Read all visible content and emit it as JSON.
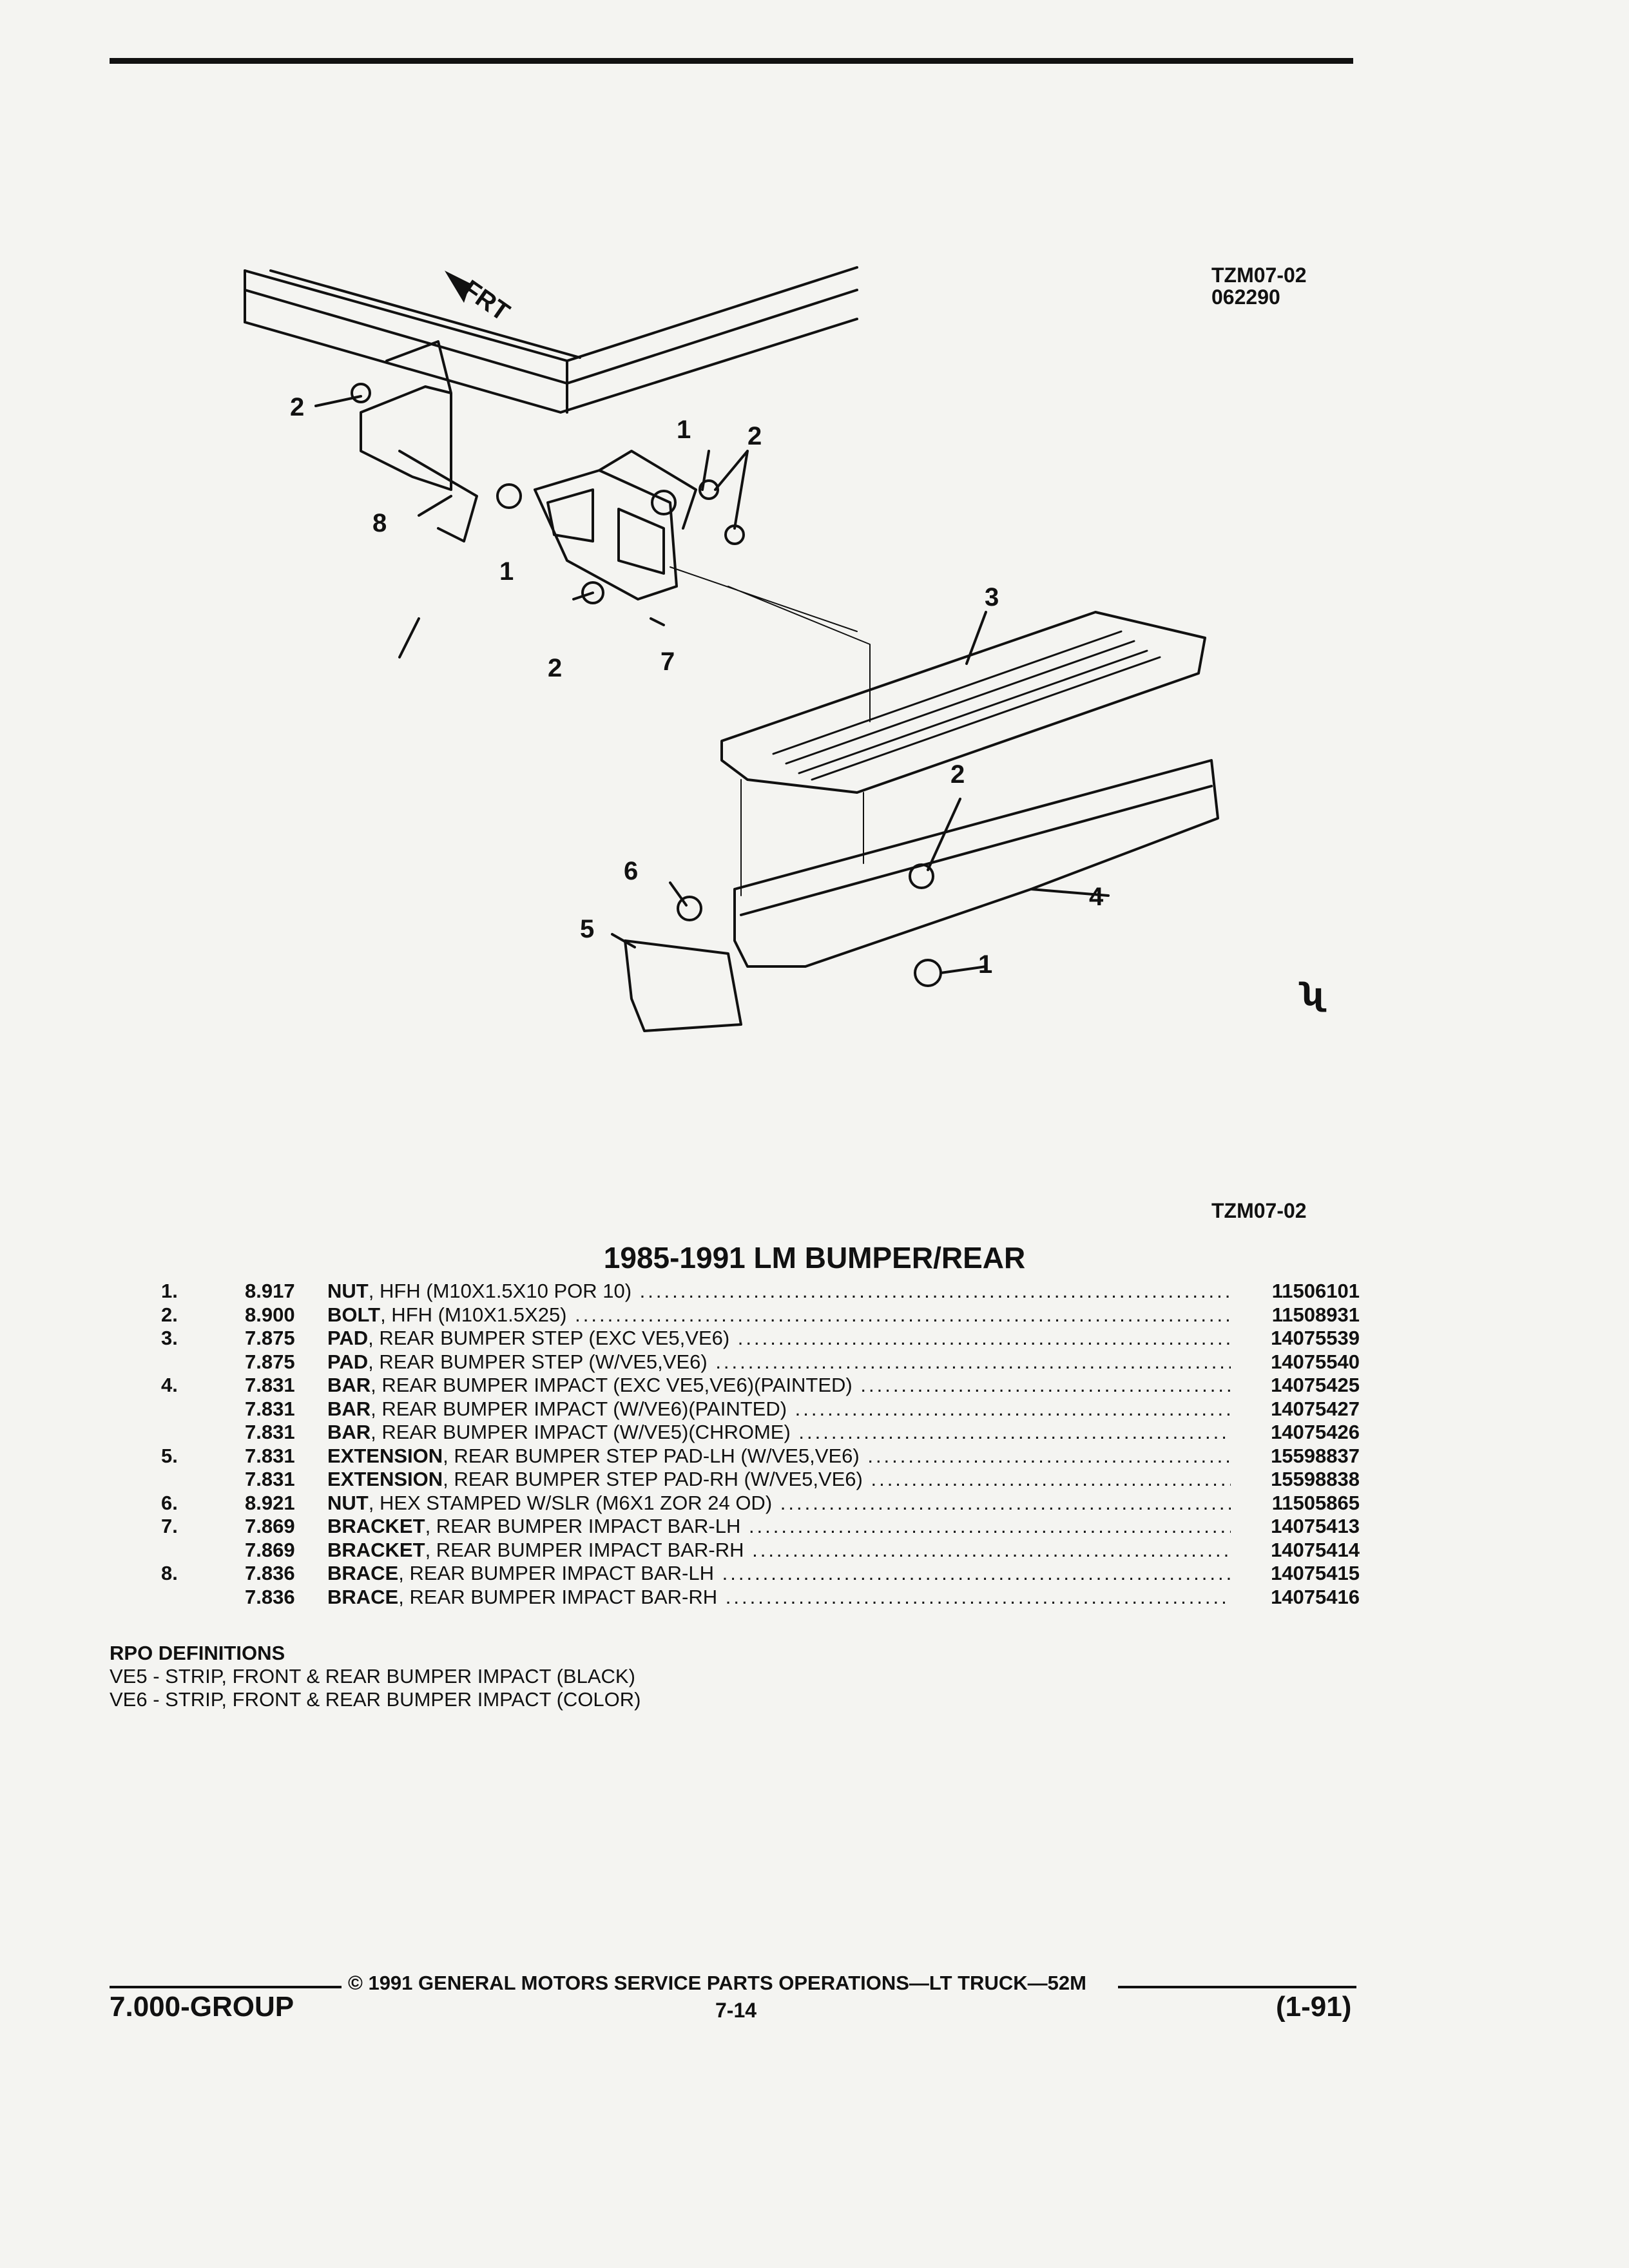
{
  "diagram": {
    "code": "TZM07-02",
    "date": "062290",
    "front_label": "FRT",
    "callouts": [
      "1",
      "2",
      "3",
      "4",
      "5",
      "6",
      "7",
      "8"
    ]
  },
  "title": "1985-1991 LM BUMPER/REAR",
  "parts": [
    {
      "idx": "1.",
      "group": "8.917",
      "name": "NUT",
      "desc": ", HFH (M10X1.5X10 POR 10)",
      "pn": "11506101"
    },
    {
      "idx": "2.",
      "group": "8.900",
      "name": "BOLT",
      "desc": ", HFH (M10X1.5X25)",
      "pn": "11508931"
    },
    {
      "idx": "3.",
      "group": "7.875",
      "name": "PAD",
      "desc": ", REAR BUMPER STEP (EXC VE5,VE6)",
      "pn": "14075539"
    },
    {
      "idx": "",
      "group": "7.875",
      "name": "PAD",
      "desc": ", REAR BUMPER STEP (W/VE5,VE6)",
      "pn": "14075540"
    },
    {
      "idx": "4.",
      "group": "7.831",
      "name": "BAR",
      "desc": ", REAR BUMPER IMPACT (EXC VE5,VE6)(PAINTED)",
      "pn": "14075425"
    },
    {
      "idx": "",
      "group": "7.831",
      "name": "BAR",
      "desc": ", REAR BUMPER IMPACT (W/VE6)(PAINTED)",
      "pn": "14075427"
    },
    {
      "idx": "",
      "group": "7.831",
      "name": "BAR",
      "desc": ", REAR BUMPER IMPACT (W/VE5)(CHROME)",
      "pn": "14075426"
    },
    {
      "idx": "5.",
      "group": "7.831",
      "name": "EXTENSION",
      "desc": ", REAR BUMPER STEP PAD-LH (W/VE5,VE6)",
      "pn": "15598837"
    },
    {
      "idx": "",
      "group": "7.831",
      "name": "EXTENSION",
      "desc": ", REAR BUMPER STEP PAD-RH (W/VE5,VE6)",
      "pn": "15598838"
    },
    {
      "idx": "6.",
      "group": "8.921",
      "name": "NUT",
      "desc": ", HEX STAMPED W/SLR (M6X1 ZOR 24 OD)",
      "pn": "11505865"
    },
    {
      "idx": "7.",
      "group": "7.869",
      "name": "BRACKET",
      "desc": ", REAR BUMPER IMPACT BAR-LH",
      "pn": "14075413"
    },
    {
      "idx": "",
      "group": "7.869",
      "name": "BRACKET",
      "desc": ", REAR BUMPER IMPACT BAR-RH",
      "pn": "14075414"
    },
    {
      "idx": "8.",
      "group": "7.836",
      "name": "BRACE",
      "desc": ", REAR BUMPER IMPACT BAR-LH",
      "pn": "14075415"
    },
    {
      "idx": "",
      "group": "7.836",
      "name": "BRACE",
      "desc": ", REAR BUMPER IMPACT BAR-RH",
      "pn": "14075416"
    }
  ],
  "rpo": {
    "heading": "RPO DEFINITIONS",
    "lines": [
      "VE5 - STRIP, FRONT & REAR BUMPER IMPACT (BLACK)",
      "VE6 - STRIP, FRONT & REAR BUMPER IMPACT (COLOR)"
    ]
  },
  "footer": {
    "copyright": "© 1991 GENERAL MOTORS SERVICE PARTS OPERATIONS—LT TRUCK—52M",
    "group": "7.000-GROUP",
    "page": "7-14",
    "revision": "(1-91)"
  }
}
